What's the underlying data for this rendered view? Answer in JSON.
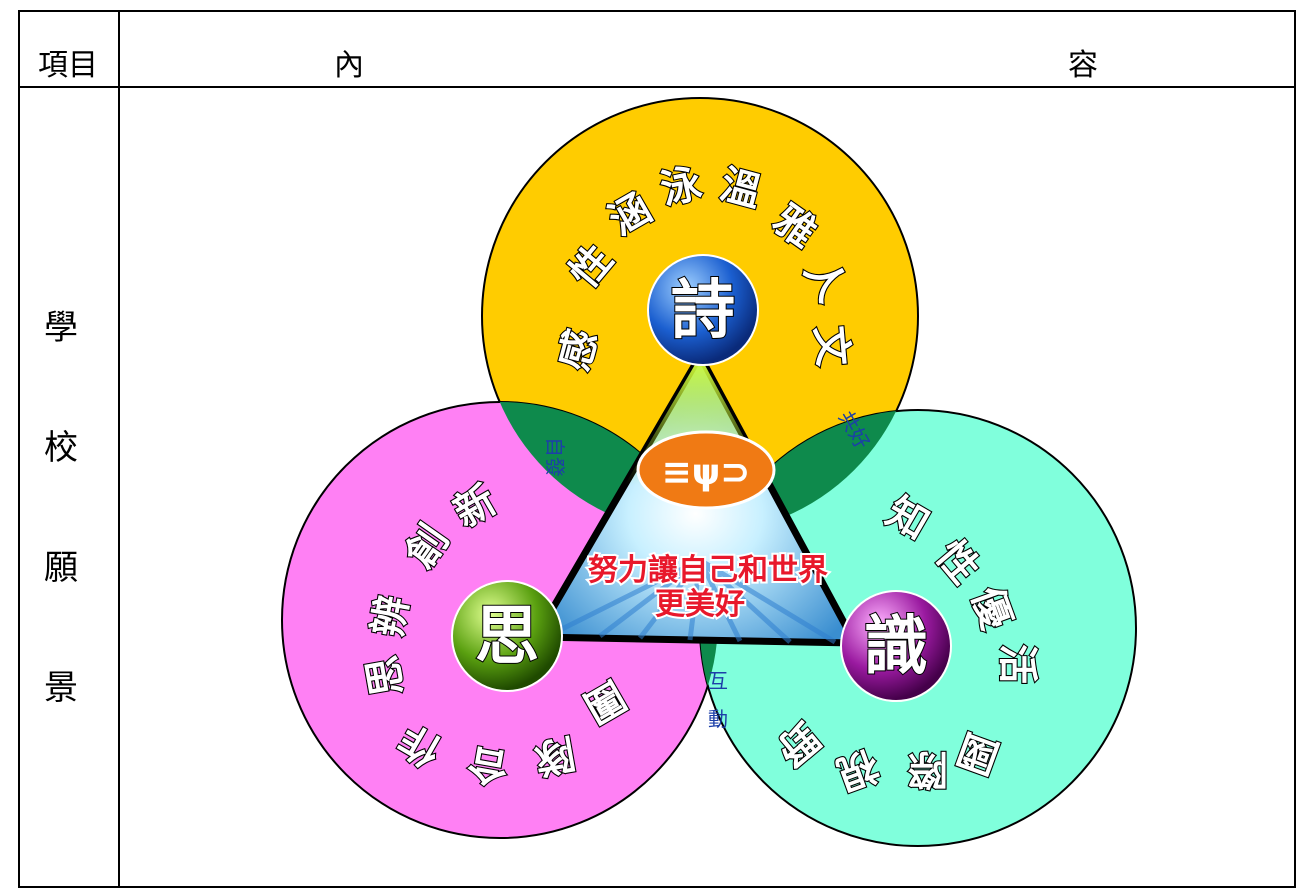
{
  "table": {
    "col1_header": "項目",
    "col2_header_left": "內",
    "col2_header_right": "容",
    "row_label": [
      "學",
      "校",
      "願",
      "景"
    ]
  },
  "diagram": {
    "top_circle": {
      "center": "詩",
      "arc": [
        "感",
        "性",
        "涵",
        "泳",
        "溫",
        "雅",
        "人",
        "文"
      ],
      "color": "#ffcc00"
    },
    "left_circle": {
      "center": "思",
      "arc": [
        "思",
        "辨",
        "創",
        "新",
        "團",
        "隊",
        "合",
        "作"
      ],
      "color": "#ff80f4"
    },
    "right_circle": {
      "center": "識",
      "arc": [
        "知",
        "性",
        "優",
        "活",
        "國",
        "際",
        "視",
        "野"
      ],
      "color": "#80ffdc"
    },
    "overlaps": {
      "top_left": "自發",
      "top_right": "共好",
      "bottom": "互動"
    },
    "motto_line1": "努力讓自己和世界",
    "motto_line2": "更美好"
  }
}
